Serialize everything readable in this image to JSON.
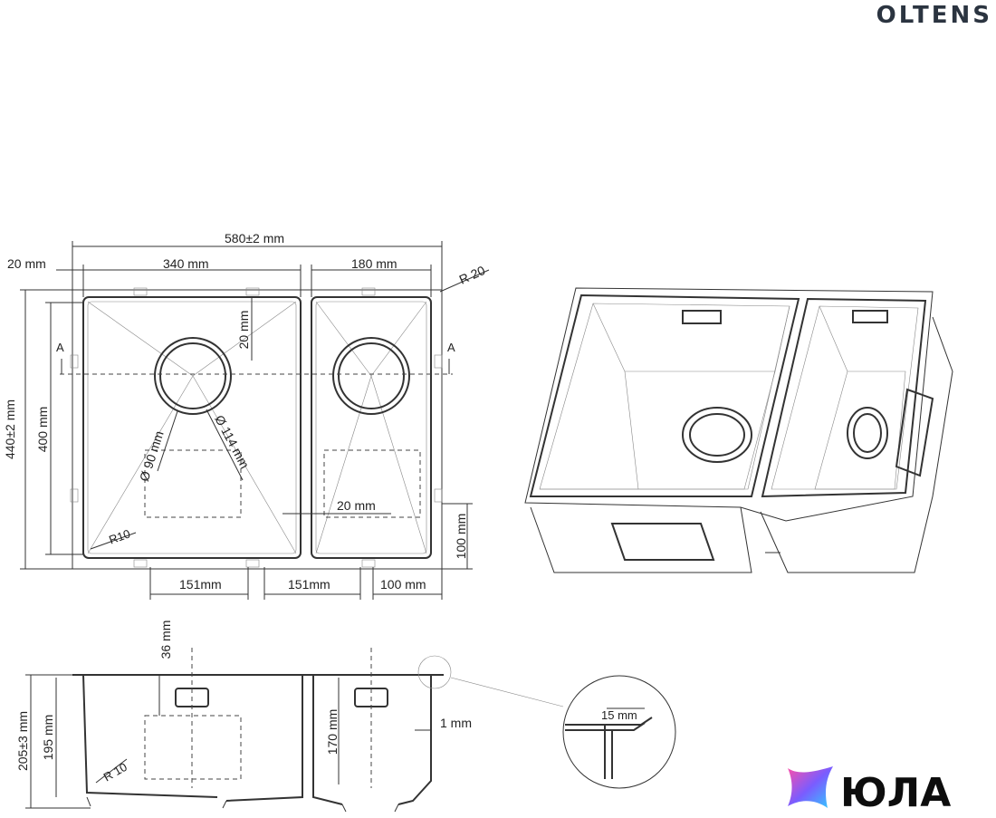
{
  "brand": "OLTENS",
  "watermark": "ЮЛА",
  "colors": {
    "line": "#333333",
    "brand_text": "#2b3440",
    "logo_gradient": [
      "#ff4fa8",
      "#7a5cff",
      "#2fd0ff"
    ]
  },
  "top_view": {
    "overall_width": "580±2 mm",
    "rim_left": "20 mm",
    "big_bowl_width": "340 mm",
    "small_bowl_width": "180 mm",
    "corner_radius_outer": "R 20",
    "overall_height": "440±2 mm",
    "bowl_height": "400 mm",
    "drain_offset": "20 mm",
    "drain_diameter": "Ø 90 mm",
    "flange_diameter": "Ø 114 mm",
    "divider": "20 mm",
    "corner_radius_inner": "R10",
    "clip_offset_bottom": "100 mm",
    "clip_spacing_1": "151mm",
    "clip_spacing_2": "151mm",
    "clip_spacing_3": "100 mm",
    "section_mark_left": "A",
    "section_mark_right": "A"
  },
  "side_view": {
    "clip_top": "36 mm",
    "total_depth": "205±3 mm",
    "bowl_depth": "195 mm",
    "small_depth": "170 mm",
    "corner_radius": "R 10",
    "rim_thickness": "1 mm"
  },
  "detail_view": {
    "flange": "15 mm"
  }
}
